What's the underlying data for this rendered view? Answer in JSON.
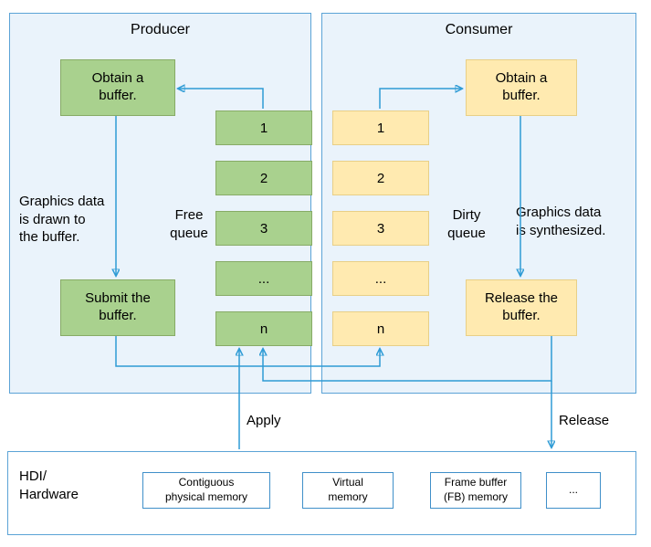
{
  "colors": {
    "panel_border": "#5ba3d6",
    "panel_fill": "#eaf3fb",
    "green_fill": "#a9d18e",
    "green_border": "#87ab66",
    "yellow_fill": "#ffeab0",
    "yellow_border": "#e8cf87",
    "arrow": "#2e9bd5"
  },
  "producer": {
    "title": "Producer",
    "obtain_box": "Obtain a\nbuffer.",
    "submit_box": "Submit the\nbuffer.",
    "queue_label": "Free\nqueue",
    "note": "Graphics data\nis drawn to\nthe buffer.",
    "queue_items": [
      "1",
      "2",
      "3",
      "...",
      "n"
    ]
  },
  "consumer": {
    "title": "Consumer",
    "obtain_box": "Obtain a\nbuffer.",
    "release_box": "Release the\nbuffer.",
    "queue_label": "Dirty\nqueue",
    "note": "Graphics data\nis synthesized.",
    "queue_items": [
      "1",
      "2",
      "3",
      "...",
      "n"
    ]
  },
  "flow": {
    "apply_label": "Apply",
    "release_label": "Release"
  },
  "hardware": {
    "label": "HDI/\nHardware",
    "memory_types": [
      "Contiguous\nphysical memory",
      "Virtual\nmemory",
      "Frame buffer\n(FB) memory",
      "..."
    ]
  }
}
